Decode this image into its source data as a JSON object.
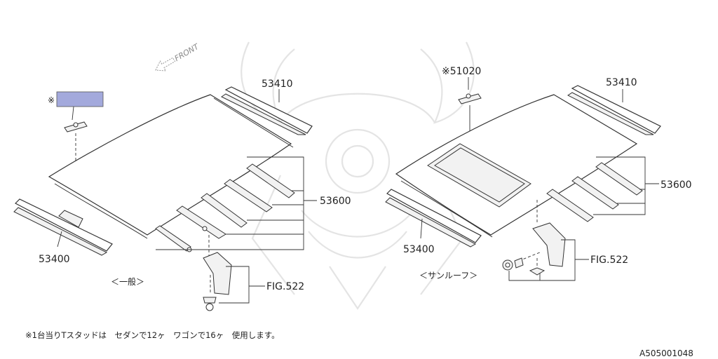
{
  "front_label": "FRONT",
  "left": {
    "star_mark": "※",
    "label_53410": "53410",
    "label_53600": "53600",
    "label_53400": "53400",
    "label_fig": "FIG.522",
    "caption": "＜一般＞",
    "placeholder_box_color": "#a3a9dc"
  },
  "right": {
    "label_51020": "※51020",
    "label_53410": "53410",
    "label_53600": "53600",
    "label_53400": "53400",
    "label_fig": "FIG.522",
    "caption": "＜サンルーフ＞"
  },
  "footnote": "※1台当りTスタッドは　セダンで12ヶ　ワゴンで16ヶ　使用します。",
  "diagram_code": "A505001048"
}
